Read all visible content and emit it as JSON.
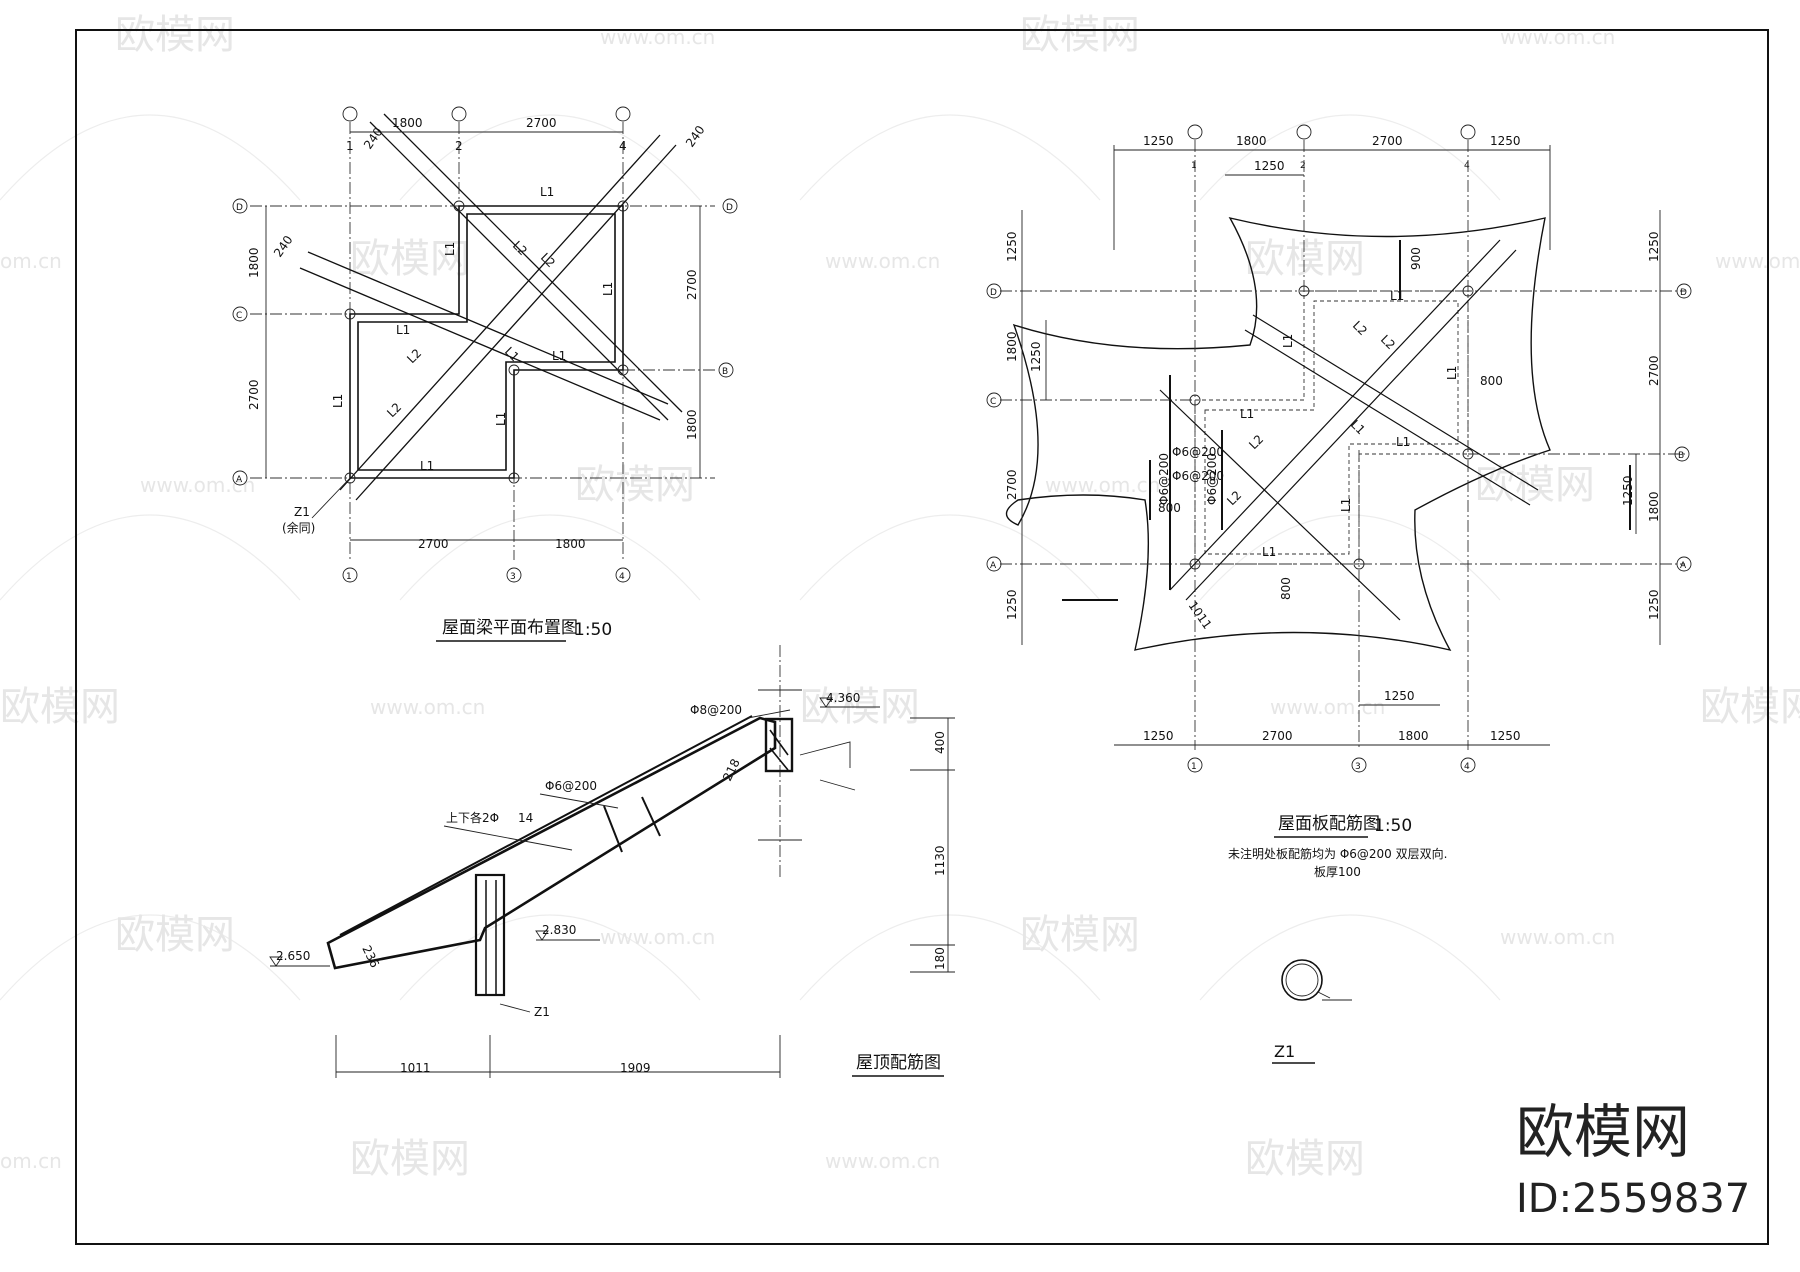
{
  "watermark": {
    "brand": "欧模网",
    "url": "www.om.cn",
    "url_partial": "om.cn",
    "brand_partial": "欧模网"
  },
  "branding": {
    "logo_text": "欧模网",
    "id_label": "ID:2559837"
  },
  "beam_plan": {
    "title": "屋面梁平面布置图",
    "scale": "1:50",
    "axes_top": [
      "1",
      "2",
      "4"
    ],
    "axes_bottom": [
      "1",
      "3",
      "4"
    ],
    "axes_side": [
      "D",
      "C",
      "B",
      "A"
    ],
    "dims_top": [
      "1800",
      "2700"
    ],
    "dims_bottom": [
      "2700",
      "1800"
    ],
    "dims_left": [
      "1800",
      "2700"
    ],
    "dims_right": [
      "2700",
      "1800"
    ],
    "diag_width": "240",
    "beam_l1": "L1",
    "beam_l2": "L2",
    "column": "Z1",
    "column_note": "(余同)"
  },
  "slab_plan": {
    "title": "屋面板配筋图",
    "scale": "1:50",
    "note_line1": "未注明处板配筋均为 Φ6@200 双层双向.",
    "note_line2": "板厚100",
    "axes_top": [
      "1",
      "2",
      "4"
    ],
    "axes_bottom": [
      "1",
      "3",
      "4"
    ],
    "axes_side": [
      "D",
      "C",
      "B",
      "A"
    ],
    "dims_top": [
      "1250",
      "1800",
      "2700",
      "1250"
    ],
    "dims_top_inner": "1250",
    "dims_bottom": [
      "1250",
      "2700",
      "1800",
      "1250"
    ],
    "dims_bottom_inner": "1250",
    "dims_left": [
      "1250",
      "1800",
      "2700",
      "1250"
    ],
    "dims_left_inner": "1250",
    "dims_right": [
      "1250",
      "2700",
      "1800",
      "1250"
    ],
    "dims_right_inner": "1250",
    "d800": "800",
    "d900": "900",
    "d1011": "1011",
    "rebar": "Φ6@200",
    "beam_l1": "L1",
    "beam_l2": "L2"
  },
  "section": {
    "title": "屋顶配筋图",
    "elev_top": "4.360",
    "elev_mid": "2.830",
    "elev_low": "2.650",
    "rebar_top": "Φ8@200",
    "rebar_stirrup": "Φ6@200",
    "rebar_main_label": "上下各2Φ",
    "rebar_main_num": "14",
    "thk_218": "218",
    "thk_236": "236",
    "col_label": "Z1",
    "dims_h": [
      "1011",
      "1909"
    ],
    "dims_v": [
      "400",
      "1130",
      "180"
    ]
  },
  "column_detail": {
    "label": "Z1"
  }
}
